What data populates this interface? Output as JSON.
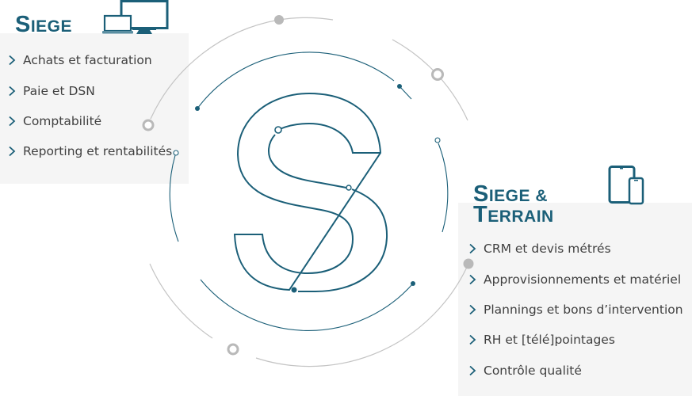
{
  "left_section": {
    "title_initial": "S",
    "title_rest": "IEGE",
    "icon": "desktop-laptop-icon",
    "items": [
      {
        "label": "Achats et facturation"
      },
      {
        "label": "Paie et DSN"
      },
      {
        "label": "Comptabilité"
      },
      {
        "label": "Reporting et rentabilités"
      }
    ]
  },
  "right_section": {
    "title_line1_initial": "S",
    "title_line1_rest": "IEGE &",
    "title_line2_initial": "T",
    "title_line2_rest": "ERRAIN",
    "icon": "tablet-phone-icon",
    "items": [
      {
        "label": "CRM et devis métrés"
      },
      {
        "label": "Approvisionnements et matériel"
      },
      {
        "label": "Plannings et bons d’intervention"
      },
      {
        "label": "RH et [télé]pointages"
      },
      {
        "label": "Contrôle qualité"
      }
    ]
  },
  "center_logo": {
    "letter": "S",
    "icon": "s-logo-circuit-icon"
  },
  "colors": {
    "primary": "#1b5f78",
    "gray": "#b9b9b9",
    "panel_bg": "#f5f5f5",
    "text": "#404040"
  }
}
